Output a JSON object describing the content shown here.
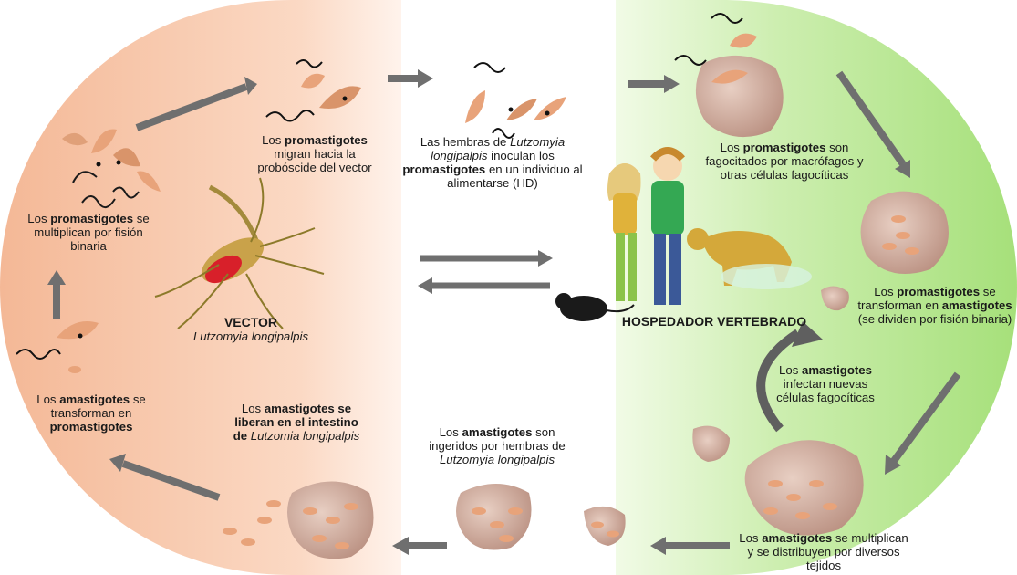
{
  "labels": {
    "l1": [
      {
        "t": "Los "
      },
      {
        "t": "promastigotes",
        "b": true
      },
      {
        "t": " migran hacia la probóscide del vector"
      }
    ],
    "l2": [
      {
        "t": "Las hembras de "
      },
      {
        "t": "Lutzomyia longipalpis",
        "i": true
      },
      {
        "t": " inoculan los "
      },
      {
        "t": "promastigotes",
        "b": true
      },
      {
        "t": " en un individuo al alimentarse (HD)"
      }
    ],
    "l3": [
      {
        "t": "Los "
      },
      {
        "t": "promastigotes",
        "b": true
      },
      {
        "t": " son fagocitados por macrófagos y otras células fagocíticas"
      }
    ],
    "l4": [
      {
        "t": "Los "
      },
      {
        "t": "promastigotes",
        "b": true
      },
      {
        "t": " se multiplican por fisión binaria"
      }
    ],
    "l5": [
      {
        "t": "Los "
      },
      {
        "t": "promastigotes",
        "b": true
      },
      {
        "t": " se transforman en "
      },
      {
        "t": "amastigotes",
        "b": true
      },
      {
        "t": " (se dividen por fisión binaria)"
      }
    ],
    "l6": [
      {
        "t": "Los "
      },
      {
        "t": "amastigotes",
        "b": true
      },
      {
        "t": " infectan nuevas células fagocíticas"
      }
    ],
    "l7": [
      {
        "t": "Los "
      },
      {
        "t": "amastigotes",
        "b": true
      },
      {
        "t": " se transforman en "
      },
      {
        "t": "promastigotes",
        "b": true
      }
    ],
    "l8": [
      {
        "t": "Los "
      },
      {
        "t": "amastigotes se liberan en el intestino de ",
        "b": true
      },
      {
        "t": "Lutzomia longipalpis",
        "i": true
      }
    ],
    "l9": [
      {
        "t": "Los "
      },
      {
        "t": "amastigotes",
        "b": true
      },
      {
        "t": " son ingeridos por hembras de "
      },
      {
        "t": "Lutzomyia longipalpis",
        "i": true
      }
    ],
    "l10": [
      {
        "t": "Los "
      },
      {
        "t": "amastigotes",
        "b": true
      },
      {
        "t": " se multiplican y se distribuyen por diversos tejidos"
      }
    ]
  },
  "vector": {
    "title": "VECTOR",
    "species": "Lutzomyia longipalpis"
  },
  "host": {
    "title": "HOSPEDADOR VERTEBRADO"
  },
  "colors": {
    "vector_bg": "#f6c2a4",
    "host_bg": "#b7e58e",
    "arrow": "#6f6f6f",
    "parasite": "#e8a37a",
    "cell": "#c9a090"
  }
}
